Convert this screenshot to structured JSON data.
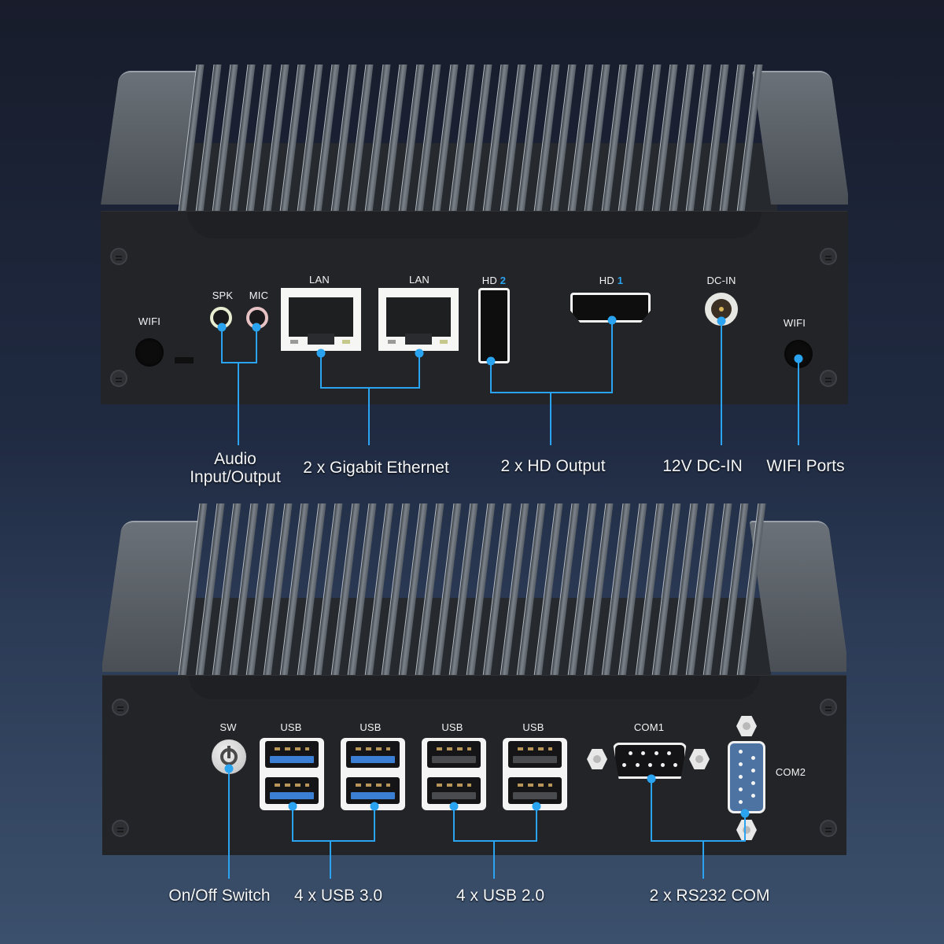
{
  "colors": {
    "background_top": "#181c2b",
    "background_bottom": "#3b506c",
    "accent_line": "#2aa3f0",
    "panel": "#232427",
    "label_text": "#f2f3f4"
  },
  "top_device": {
    "port_labels": {
      "wifi_left": "WIFI",
      "spk": "SPK",
      "mic": "MIC",
      "lan1": "LAN",
      "lan2": "LAN",
      "hd2_prefix": "HD",
      "hd2_num": "2",
      "hd1_prefix": "HD",
      "hd1_num": "1",
      "dcin": "DC-IN",
      "wifi_right": "WIFI"
    },
    "captions": {
      "audio_line1": "Audio",
      "audio_line2": "Input/Output",
      "ethernet": "2 x Gigabit Ethernet",
      "hd_output": "2 x HD Output",
      "dcin": "12V DC-IN",
      "wifi": "WIFI Ports"
    }
  },
  "bottom_device": {
    "port_labels": {
      "sw": "SW",
      "usb1": "USB",
      "usb2": "USB",
      "usb3": "USB",
      "usb4": "USB",
      "com1": "COM1",
      "com2": "COM2"
    },
    "captions": {
      "switch": "On/Off Switch",
      "usb30": "4 x USB 3.0",
      "usb20": "4 x USB 2.0",
      "com": "2 x RS232 COM"
    }
  },
  "icons": {
    "power": "power-icon",
    "wifi_antenna": "wifi-antenna-icon",
    "ethernet": "ethernet-port-icon",
    "hdmi": "hdmi-port-icon",
    "usb": "usb-port-icon",
    "serial": "db9-serial-port-icon",
    "dc_jack": "dc-jack-icon",
    "audio_jack": "audio-jack-icon"
  }
}
